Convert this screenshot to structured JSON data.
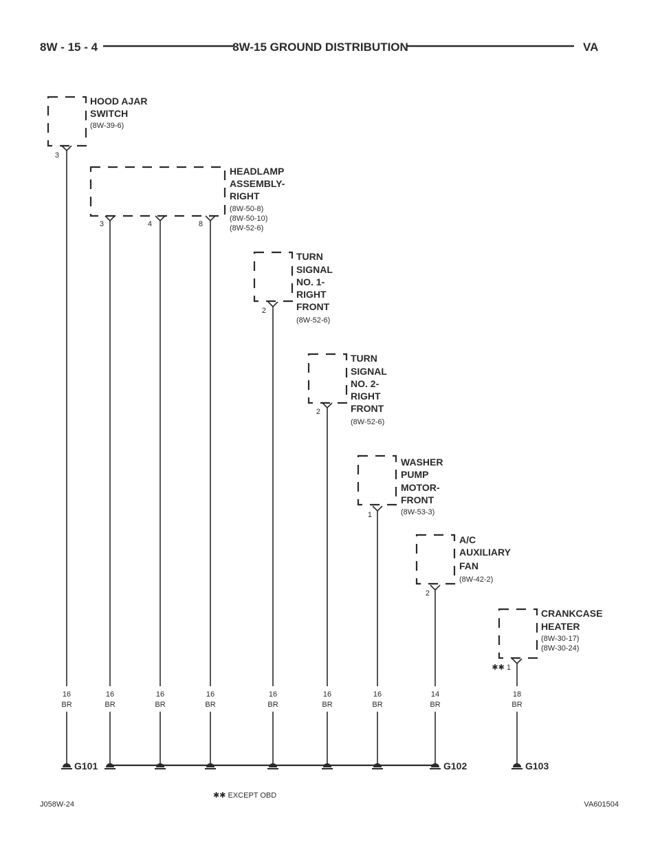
{
  "header": {
    "left": "8W - 15 - 4",
    "title": "8W-15 GROUND DISTRIBUTION",
    "right": "VA"
  },
  "components": [
    {
      "name_lines": [
        "HOOD AJAR",
        "SWITCH"
      ],
      "refs": [
        "(8W-39-6)"
      ],
      "pins": [
        "3"
      ]
    },
    {
      "name_lines": [
        "HEADLAMP",
        "ASSEMBLY-",
        "RIGHT"
      ],
      "refs": [
        "(8W-50-8)",
        "(8W-50-10)",
        "(8W-52-6)"
      ],
      "pins": [
        "3",
        "4",
        "8"
      ]
    },
    {
      "name_lines": [
        "TURN",
        "SIGNAL",
        "NO. 1-",
        "RIGHT",
        "FRONT"
      ],
      "refs": [
        "(8W-52-6)"
      ],
      "pins": [
        "2"
      ]
    },
    {
      "name_lines": [
        "TURN",
        "SIGNAL",
        "NO. 2-",
        "RIGHT",
        "FRONT"
      ],
      "refs": [
        "(8W-52-6)"
      ],
      "pins": [
        "2"
      ]
    },
    {
      "name_lines": [
        "WASHER",
        "PUMP",
        "MOTOR-",
        "FRONT"
      ],
      "refs": [
        "(8W-53-3)"
      ],
      "pins": [
        "1"
      ]
    },
    {
      "name_lines": [
        "A/C",
        "AUXILIARY",
        "FAN"
      ],
      "refs": [
        "(8W-42-2)"
      ],
      "pins": [
        "2"
      ]
    },
    {
      "name_lines": [
        "CRANKCASE",
        "HEATER"
      ],
      "refs": [
        "(8W-30-17)",
        "(8W-30-24)"
      ],
      "pins": [
        "✱✱ 1"
      ]
    }
  ],
  "wires": [
    {
      "gauge": "16",
      "color": "BR"
    },
    {
      "gauge": "16",
      "color": "BR"
    },
    {
      "gauge": "16",
      "color": "BR"
    },
    {
      "gauge": "16",
      "color": "BR"
    },
    {
      "gauge": "16",
      "color": "BR"
    },
    {
      "gauge": "16",
      "color": "BR"
    },
    {
      "gauge": "16",
      "color": "BR"
    },
    {
      "gauge": "14",
      "color": "BR"
    },
    {
      "gauge": "18",
      "color": "BR"
    }
  ],
  "grounds": [
    "G101",
    "G102",
    "G103"
  ],
  "footer": {
    "left": "J058W-24",
    "note": "✱✱ EXCEPT OBD",
    "right": "VA601504"
  },
  "colors": {
    "ink": "#2a2a2a",
    "background": "#ffffff"
  }
}
